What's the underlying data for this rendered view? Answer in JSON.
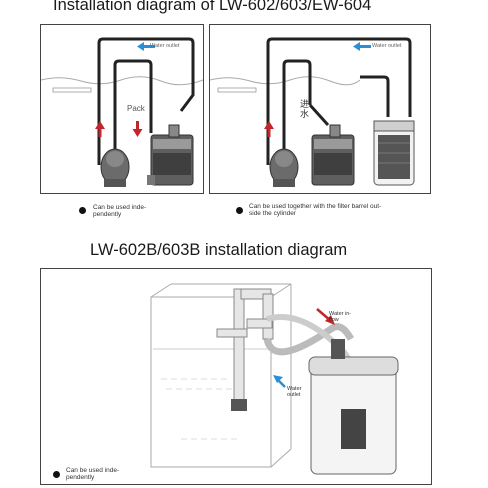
{
  "titles": {
    "top": "Installation diagram of LW-602/603/EW-604",
    "bottom": "LW-602B/603B installation diagram"
  },
  "panel1": {
    "water_outlet": "Water outlet",
    "pack": "Pack",
    "note_line1": "Can be used inde-",
    "note_line2": "pendently"
  },
  "panel2": {
    "water_outlet": "Water outlet",
    "inlet_char1": "进",
    "inlet_char2": "水",
    "note_line1": "Can be used together with the filter barrel out-",
    "note_line2": "side the cylinder"
  },
  "panel3": {
    "water_inflow_line1": "Water in-",
    "water_inflow_line2": "flow",
    "water_outlet_line1": "Water",
    "water_outlet_line2": "outlet",
    "note_line1": "Can be used inde-",
    "note_line2": "pendently"
  },
  "colors": {
    "arrow_blue": "#2b8fd6",
    "arrow_red": "#c0262c",
    "tube": "#222222"
  }
}
